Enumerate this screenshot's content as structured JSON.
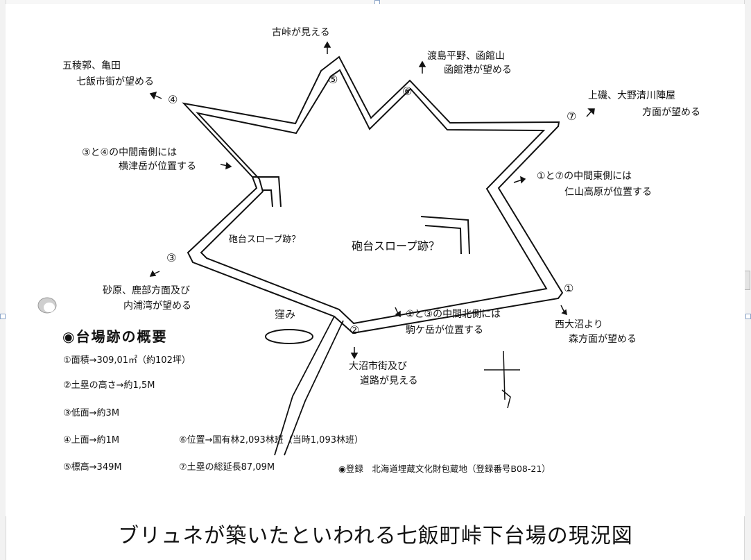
{
  "caption": "ブリュネが築いたといわれる七飯町峠下台場の現況図",
  "corner_labels": {
    "c1": "①",
    "c2": "②",
    "c3": "③",
    "c4": "④",
    "c5": "⑤",
    "c6": "⑥",
    "c7": "⑦"
  },
  "view_labels": {
    "top": "古峠が見える",
    "top_right_1": "渡島平野、函館山",
    "top_right_2": "函館港が望める",
    "top_left_1": "五稜郭、亀田",
    "top_left_2": "七飯市街が望める",
    "right_top_1": "上磯、大野清川陣屋",
    "right_top_2": "方面が望める",
    "left_mid_1": "③と④の中間南側には",
    "left_mid_2": "横津岳が位置する",
    "right_mid_1": "①と⑦の中間東側には",
    "right_mid_2": "仁山高原が位置する",
    "left_low_1": "砂原、鹿部方面及び",
    "left_low_2": "内浦湾が望める",
    "right_low_1": "西大沼より",
    "right_low_2": "森方面が望める",
    "bottom_mid_1": "①と③の中間北側には",
    "bottom_mid_2": "駒ケ岳が位置する",
    "bottom_1": "大沼市街及び",
    "bottom_2": "道路が見える"
  },
  "inner_labels": {
    "slope_left": "砲台スロープ跡？",
    "slope_center": "砲台スロープ跡？",
    "hollow": "窪み"
  },
  "overview": {
    "title": "◉台場跡の概要",
    "items": [
      "①面積→309,01㎡（約102坪）",
      "②土塁の高さ→約1,5M",
      "③低面→約3M",
      "④上面→約1M",
      "⑤標高→349M",
      "⑥位置→国有林2,093林班（当時1,093林班）",
      "⑦土塁の総延長87,09M",
      "◉登録　北海道埋蔵文化財包蔵地（登録番号B08-21）"
    ]
  }
}
